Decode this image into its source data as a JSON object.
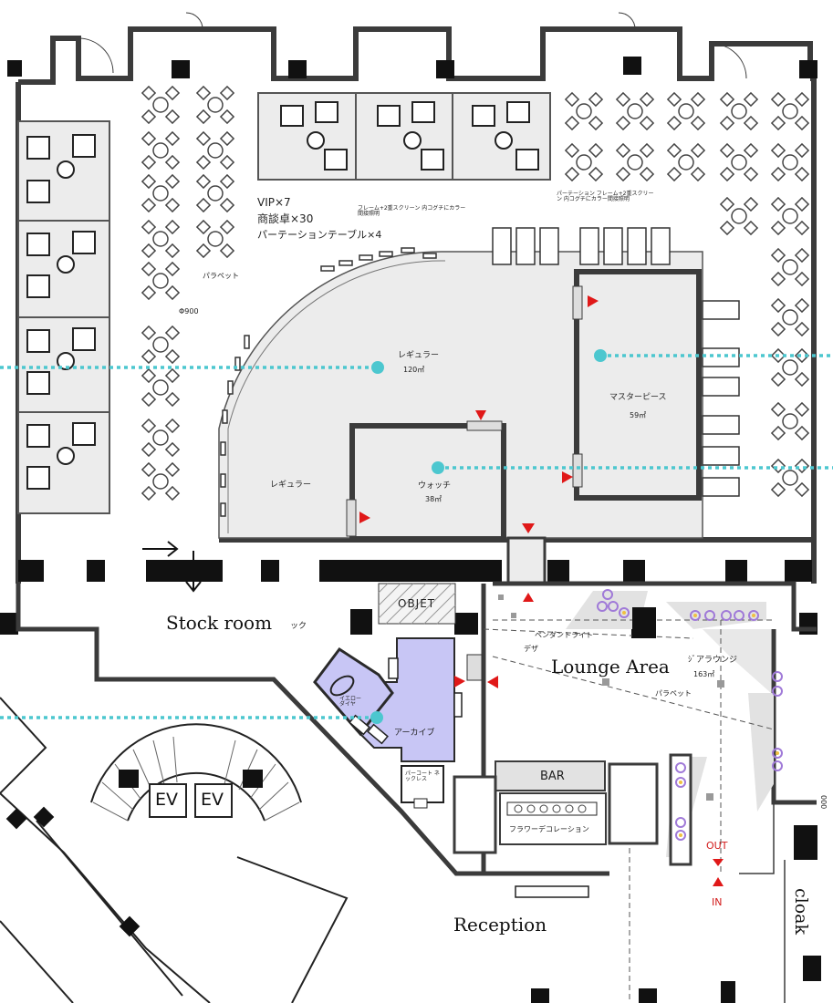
{
  "vip_summary": [
    "VIP×7",
    "商談卓×30",
    "パーテーションテーブル×4"
  ],
  "notes": {
    "frame_screen_left": "フレーム+2重スクリーン 内コグチにカラー間接照明",
    "frame_screen_right": "パーテーション フレーム+2重スクリーン 内コグチにカラー間接照明",
    "parapet_left": "パラペット",
    "parapet_lounge": "パラペット",
    "phi900": "Φ900",
    "pendant_light": "ペンダントライト",
    "design": "デザ",
    "yellow_diamond": "イエロー ダイヤ",
    "pearl_necklace": "パーコート ネックレス",
    "flower_decoration": "フラワーデコレーション"
  },
  "rooms": {
    "regular_main": {
      "name": "レギュラー",
      "area": "120㎡"
    },
    "regular_lower": {
      "name": "レギュラー"
    },
    "masterpiece": {
      "name": "マスターピース",
      "area": "59㎡"
    },
    "watch": {
      "name": "ウォッチ",
      "area": "38㎡"
    },
    "archive": {
      "name": "アーカイブ"
    },
    "lounge_jp": {
      "name": "ｼﾞアラウンジ",
      "area": "163㎡"
    }
  },
  "labels": {
    "stock_room": "Stock room",
    "stock_room_tail": "ック",
    "lounge_area": "Lounge Area",
    "bar": "BAR",
    "reception": "Reception",
    "cloak": "cloak",
    "ev_left": "EV",
    "ev_right": "EV",
    "objet": "OBJET",
    "out": "OUT",
    "in": "IN",
    "dim": "000"
  },
  "colors": {
    "wall": "#3b3b3b",
    "room_fill": "#ececec",
    "archive_fill": "#c8c6f5",
    "guide_line": "#4cc7cf",
    "marker": "#e01818",
    "light_ring": "#a07ad8",
    "light_core": "#f0c040"
  }
}
